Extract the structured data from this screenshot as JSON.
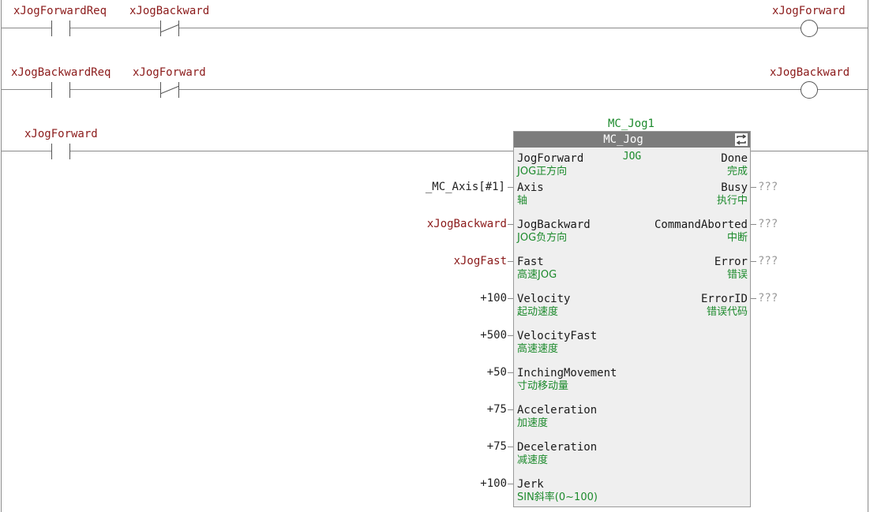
{
  "rungs": [
    {
      "contacts": [
        {
          "var": "xJogForwardReq",
          "type": "NO"
        },
        {
          "var": "xJogBackward",
          "type": "NC"
        }
      ],
      "coil": {
        "var": "xJogForward"
      }
    },
    {
      "contacts": [
        {
          "var": "xJogBackwardReq",
          "type": "NO"
        },
        {
          "var": "xJogForward",
          "type": "NC"
        }
      ],
      "coil": {
        "var": "xJogBackward"
      }
    },
    {
      "contacts": [
        {
          "var": "xJogForward",
          "type": "NO"
        }
      ]
    }
  ],
  "function_block": {
    "instance_name": "MC_Jog1",
    "type_name": "MC_Jog",
    "subtitle": "JOG",
    "inputs": [
      {
        "name": "JogForward",
        "desc": "JOG正方向",
        "value": ""
      },
      {
        "name": "Axis",
        "desc": "轴",
        "value": "_MC_Axis[#1]"
      },
      {
        "name": "JogBackward",
        "desc": "JOG负方向",
        "value": "xJogBackward"
      },
      {
        "name": "Fast",
        "desc": "高速JOG",
        "value": "xJogFast"
      },
      {
        "name": "Velocity",
        "desc": "起动速度",
        "value": "+100"
      },
      {
        "name": "VelocityFast",
        "desc": "高速速度",
        "value": "+500"
      },
      {
        "name": "InchingMovement",
        "desc": "寸动移动量",
        "value": "+50"
      },
      {
        "name": "Acceleration",
        "desc": "加速度",
        "value": "+75"
      },
      {
        "name": "Deceleration",
        "desc": "减速度",
        "value": "+75"
      },
      {
        "name": "Jerk",
        "desc": "SIN斜率(0~100)",
        "value": "+100"
      }
    ],
    "outputs": [
      {
        "name": "Done",
        "desc": "完成",
        "value": ""
      },
      {
        "name": "Busy",
        "desc": "执行中",
        "value": "???"
      },
      {
        "name": "CommandAborted",
        "desc": "中断",
        "value": "???"
      },
      {
        "name": "Error",
        "desc": "错误",
        "value": "???"
      },
      {
        "name": "ErrorID",
        "desc": "错误代码",
        "value": "???"
      }
    ]
  },
  "colors": {
    "variable": "#8b1a1a",
    "comment": "#1c8a2c",
    "block_header": "#7c7c7c",
    "block_body": "#efefef",
    "unassigned": "#9a9a9a"
  }
}
